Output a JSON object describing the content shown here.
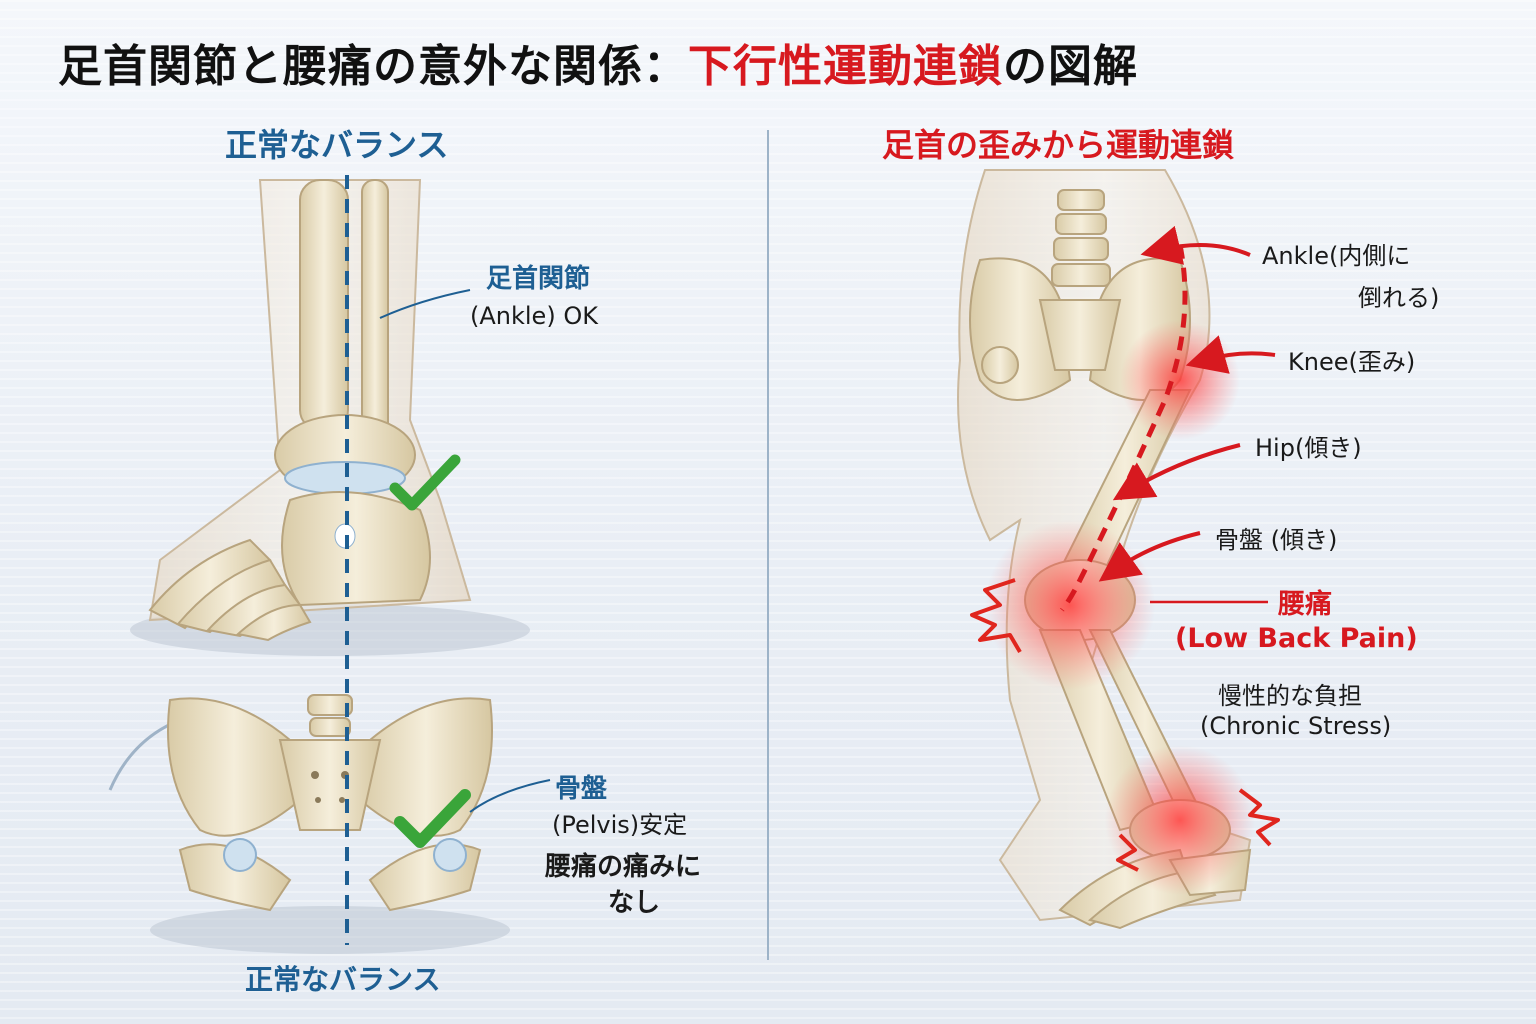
{
  "title": {
    "main": "足首関節と腰痛の意外な関係：",
    "highlight": "下行性運動連鎖",
    "suffix": "の図解"
  },
  "left": {
    "heading": "正常なバランス",
    "footer": "正常なバランス",
    "ankle_label": "足首関節",
    "ankle_sub": "(Ankle) OK",
    "pelvis_label": "骨盤",
    "pelvis_sub": "(Pelvis)安定",
    "pelvis_note_1": "腰痛の痛みに",
    "pelvis_note_2": "なし"
  },
  "right": {
    "heading": "足首の歪みから運動連鎖",
    "ankle_1": "Ankle(内側に",
    "ankle_2": "倒れる)",
    "knee": "Knee(歪み)",
    "hip": "Hip(傾き)",
    "pelvis": "骨盤 (傾き)",
    "pain_1": "腰痛",
    "pain_2": "(Low Back Pain)",
    "stress_1": "慢性的な負担",
    "stress_2": "(Chronic Stress)"
  },
  "colors": {
    "blue": "#1e5f93",
    "red": "#d7191f",
    "green": "#3aa53a",
    "bone": "#efe6cf"
  }
}
